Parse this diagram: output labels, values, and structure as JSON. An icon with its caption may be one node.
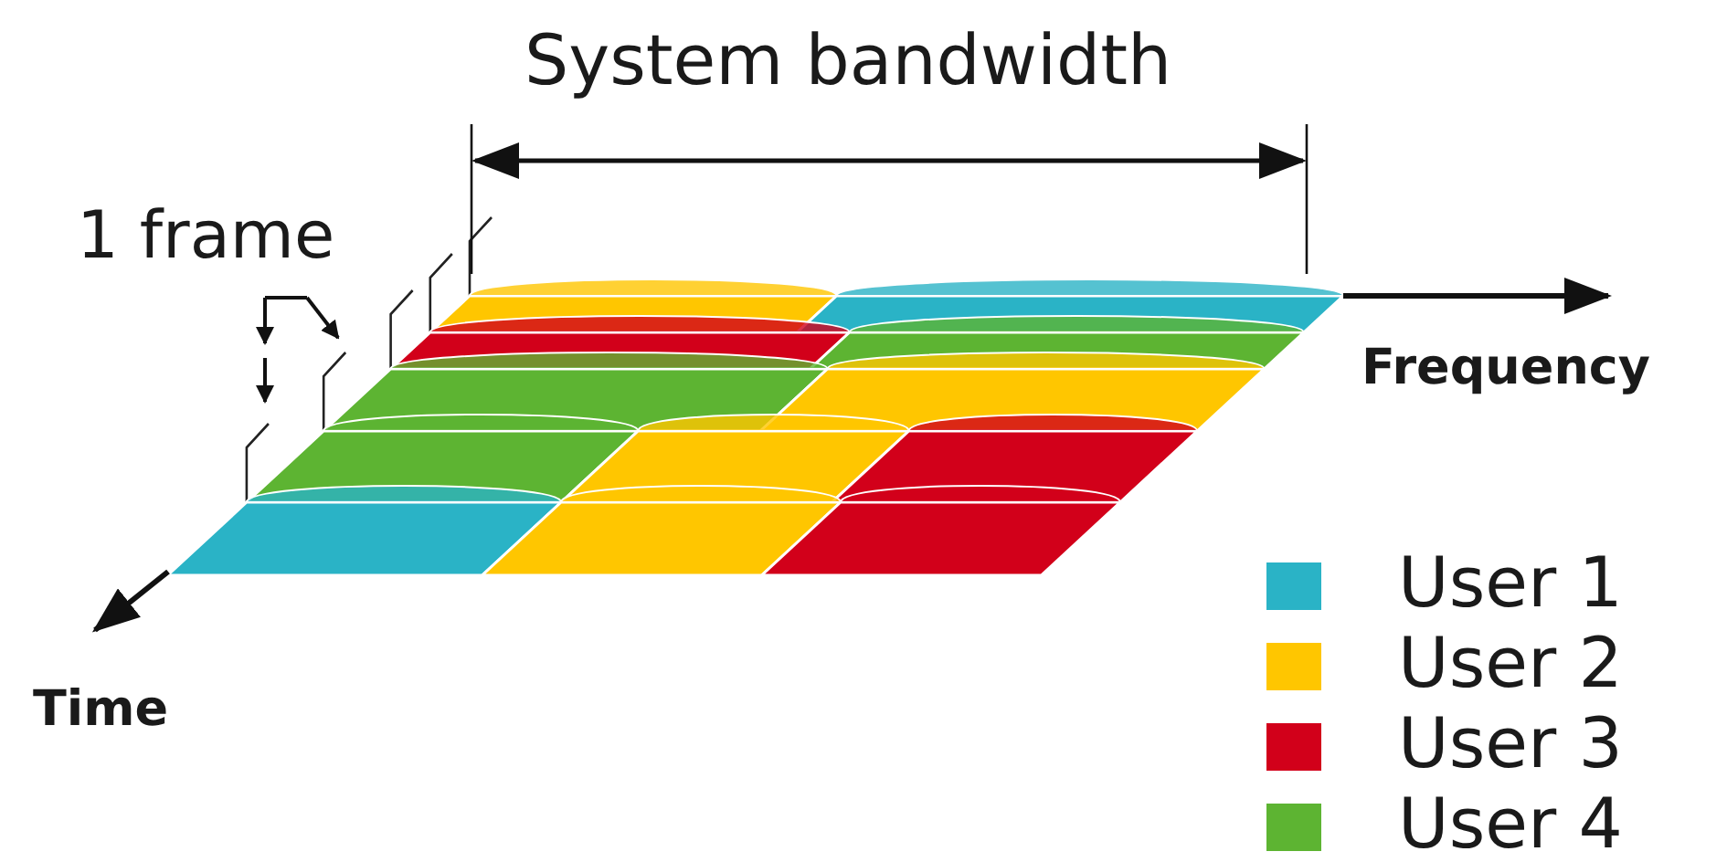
{
  "diagram": {
    "labels": [
      "System bandwidth",
      "1 frame",
      "Frequency",
      "Time"
    ],
    "legend": [
      {
        "text": "User 1",
        "color": "#2ab3c6"
      },
      {
        "text": "User 2",
        "color": "#ffc600"
      },
      {
        "text": "User 3",
        "color": "#d2001a"
      },
      {
        "text": "User 4",
        "color": "#5db432"
      }
    ]
  }
}
